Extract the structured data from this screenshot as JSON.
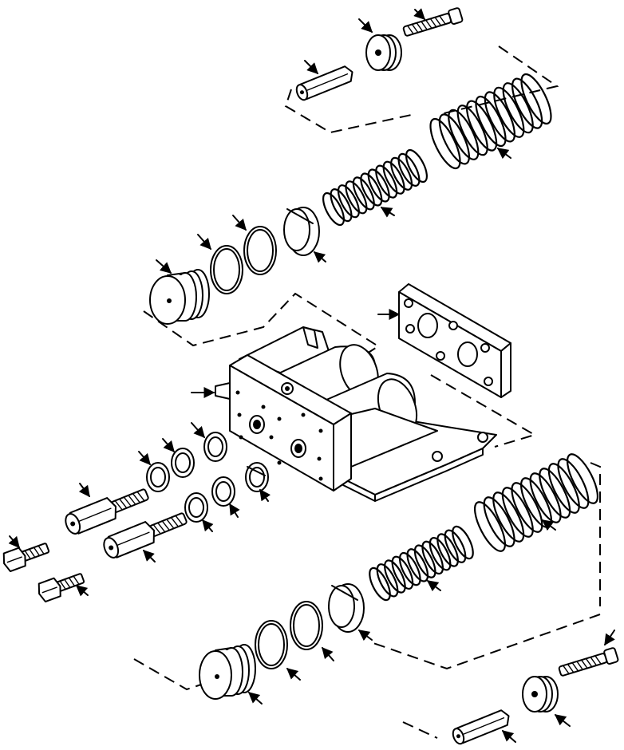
{
  "diagram": {
    "parts": [
      "upper-plug-screw",
      "upper-retainer",
      "upper-spacer",
      "upper-outer-spring",
      "upper-inner-spring",
      "upper-valve-sleeve",
      "upper-seal-ring-a",
      "upper-seal-ring-b",
      "upper-end-plug",
      "mounting-plate",
      "valve-housing",
      "housing-port-fitting",
      "seal-ring-1",
      "seal-ring-2",
      "seal-ring-3",
      "seal-ring-4",
      "seal-ring-5",
      "seal-ring-6",
      "adapter-fitting-upper",
      "adapter-fitting-lower",
      "hex-bolt-upper",
      "hex-bolt-lower",
      "lower-outer-spring",
      "lower-inner-spring",
      "lower-valve-sleeve",
      "lower-seal-ring-a",
      "lower-seal-ring-b",
      "lower-end-plug",
      "lower-plug-screw",
      "lower-retainer",
      "lower-spacer"
    ]
  }
}
